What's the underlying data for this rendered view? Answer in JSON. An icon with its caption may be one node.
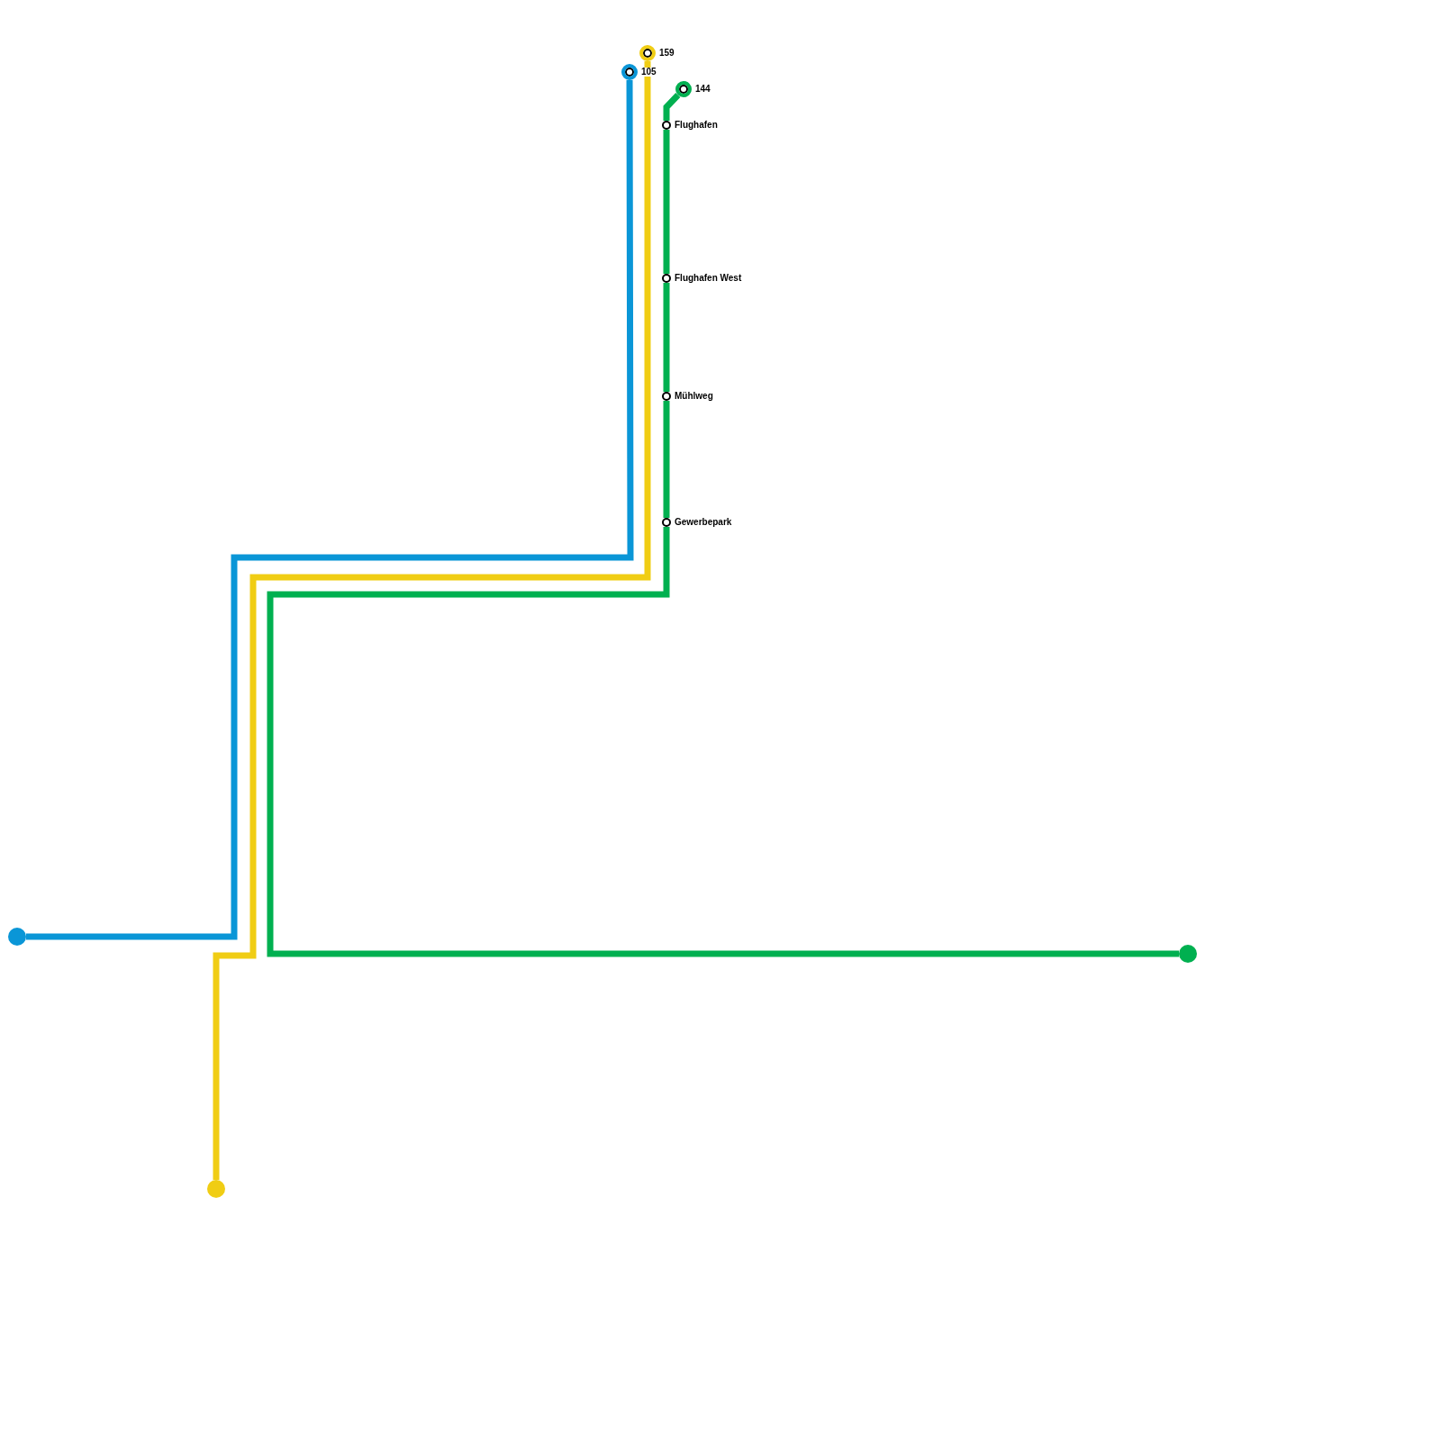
{
  "diagram": {
    "nodes": [
      {
        "text": [],
        "shape": "circle"
      },
      {
        "text": [
          "105"
        ]
      },
      {
        "text": [
          "159"
        ]
      },
      {
        "text": [],
        "shape": "circle"
      },
      {
        "text": [
          "144"
        ]
      },
      {
        "text": [
          "Flughafen"
        ]
      },
      {
        "text": [
          "Flughafen West"
        ]
      },
      {
        "text": [
          "Mühlweg"
        ]
      },
      {
        "text": [
          "Gewerbepark"
        ]
      },
      {
        "text": [],
        "shape": "circle"
      }
    ],
    "edges": [
      {
        "from": 0,
        "to": 1,
        "arrow": "none",
        "color": "#0a96d7"
      },
      {
        "from": 2,
        "to": 3,
        "arrow": "none",
        "color": "#f0cd14"
      },
      {
        "from": 4,
        "to": 5,
        "arrow": "none",
        "color": "#00b050"
      },
      {
        "from": 5,
        "to": 6,
        "arrow": "none",
        "color": "#00b050"
      },
      {
        "from": 6,
        "to": 7,
        "arrow": "none",
        "color": "#00b050"
      },
      {
        "from": 7,
        "to": 8,
        "arrow": "none",
        "color": "#00b050"
      },
      {
        "from": 8,
        "to": 9,
        "arrow": "none",
        "color": "#00b050"
      }
    ]
  }
}
